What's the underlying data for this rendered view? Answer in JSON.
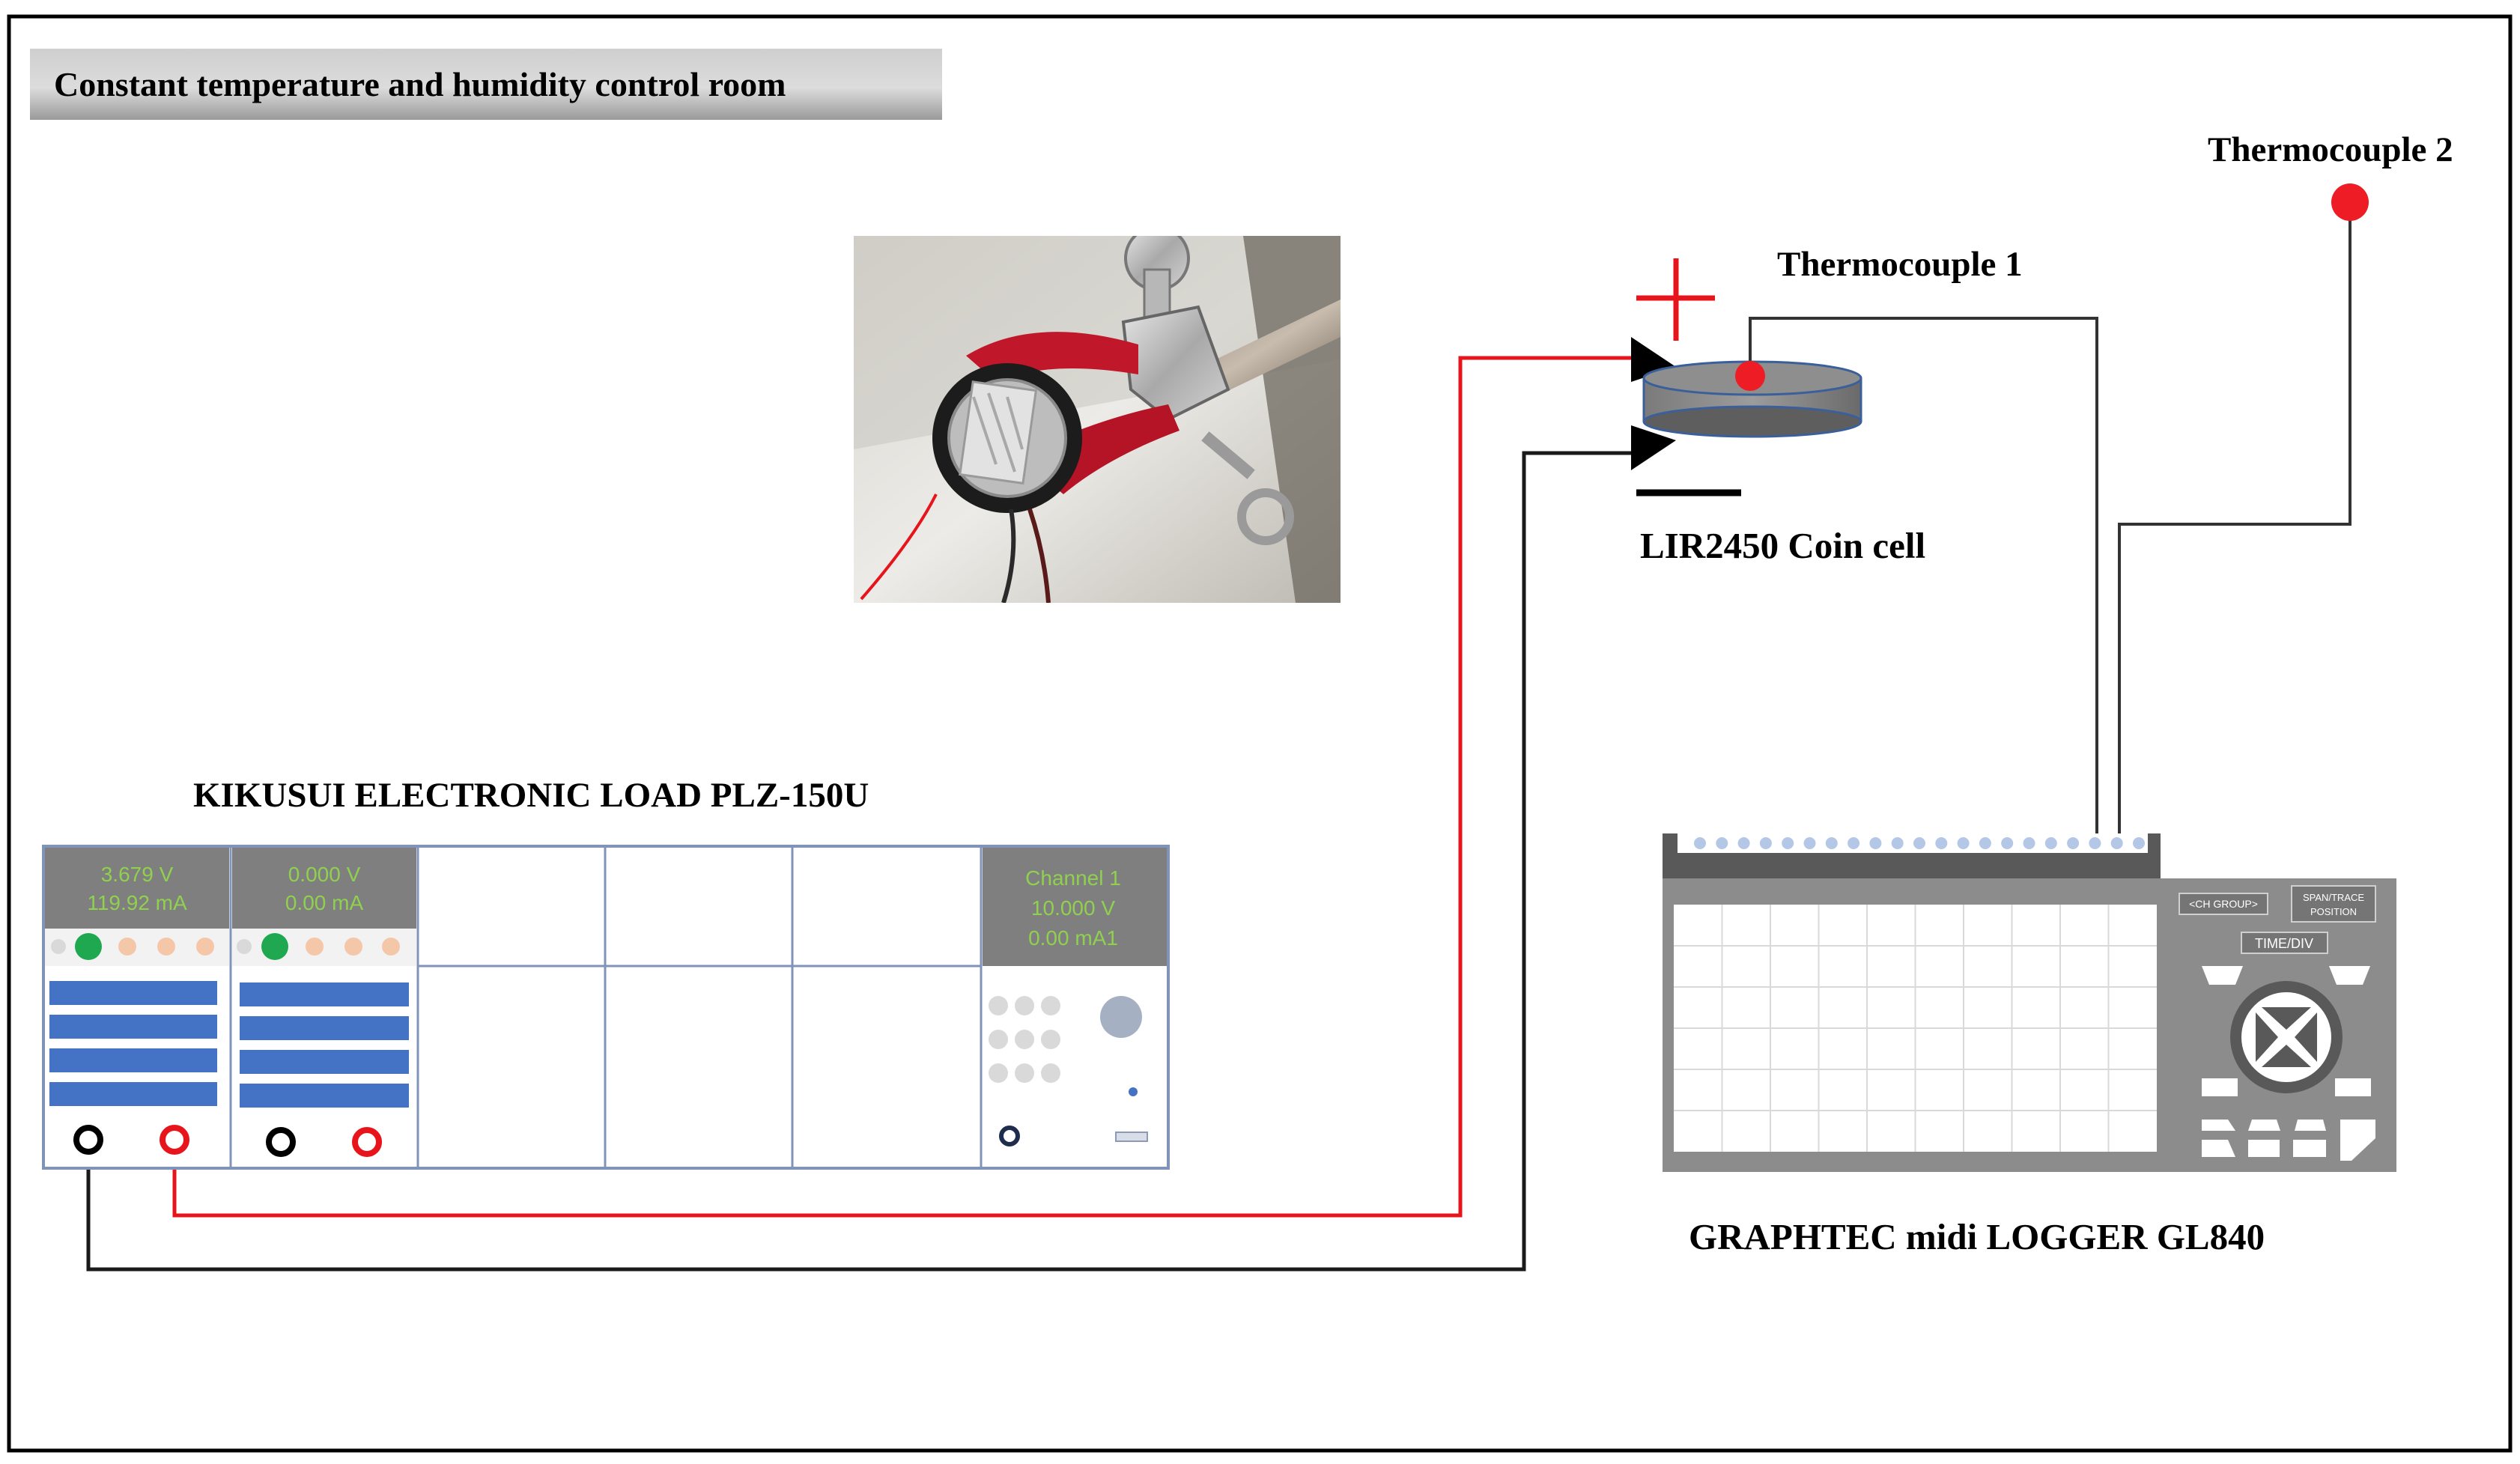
{
  "room": {
    "title": "Constant temperature and humidity control room"
  },
  "load": {
    "title": "KIKUSUI ELECTRONIC LOAD PLZ-150U",
    "modules": [
      {
        "voltage": "3.679 V",
        "current": "119.92 mA"
      },
      {
        "voltage": "0.000 V",
        "current": "0.00 mA"
      }
    ],
    "frame": {
      "channel": "Channel 1",
      "voltage": "10.000 V",
      "current": "0.00 mA1"
    }
  },
  "cell": {
    "label": "LIR2450 Coin cell"
  },
  "thermocouples": {
    "tc1": "Thermocouple 1",
    "tc2": "Thermocouple 2"
  },
  "logger": {
    "title": "GRAPHTEC midi LOGGER GL840",
    "keys": {
      "ch_group": "<CH GROUP>",
      "span_line1": "SPAN/TRACE",
      "span_line2": "POSITION",
      "time_div": "TIME/DIV"
    }
  },
  "colors": {
    "positive_wire": "#e8141c",
    "negative_wire": "#1a1a1a",
    "thermocouple_dot": "#ee1c24",
    "lcd_background": "#7f7f7f",
    "lcd_text": "#8fd14f",
    "button_blue": "#4472c4",
    "status_green": "#1fa84f",
    "status_peach": "#f4c7a8",
    "logger_body": "#8c8c8c",
    "logger_dark": "#595959"
  }
}
